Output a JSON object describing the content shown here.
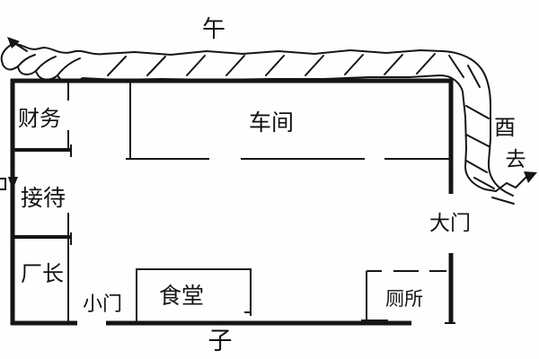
{
  "diagram": {
    "type": "hand-drawn factory floor plan sketch",
    "colors": {
      "ink": "#151515",
      "background": "#fefefe"
    },
    "compass": {
      "top": "午",
      "bottom": "子",
      "right": "酉",
      "right_note": "去"
    },
    "rooms": {
      "finance": "财务",
      "reception": "接待",
      "factory_director": "厂长",
      "workshop": "车间",
      "canteen": "食堂",
      "toilet": "厕所"
    },
    "gates": {
      "main_gate": "大门",
      "small_gate": "小门"
    }
  }
}
